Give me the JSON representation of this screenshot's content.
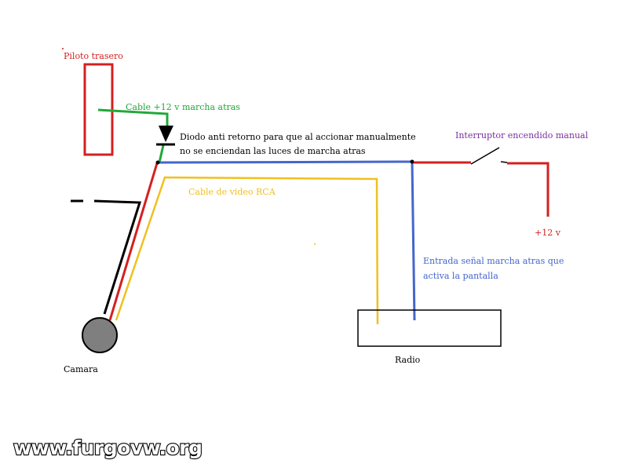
{
  "labels": {
    "piloto": "Piloto trasero",
    "cable_12v": "Cable +12 v marcha atras",
    "diodo_line1": "Diodo anti retorno para que al accionar manualmente",
    "diodo_line2": "no se enciendan las luces de marcha atras",
    "interruptor": "Interruptor encendido manual",
    "plus12": "+12 v",
    "cable_video": "Cable de video RCA",
    "entrada_line1": "Entrada señal marcha atras que",
    "entrada_line2": "activa la pantalla",
    "radio": "Radio",
    "camara": "Camara"
  },
  "watermark": "www.furgovw.org",
  "colors": {
    "red": "#d42020",
    "green": "#22a83a",
    "blue": "#4466cc",
    "yellow": "#f0c020",
    "black": "#000000",
    "purple": "#7a2ea0",
    "camera_fill": "#7f7f7f"
  }
}
